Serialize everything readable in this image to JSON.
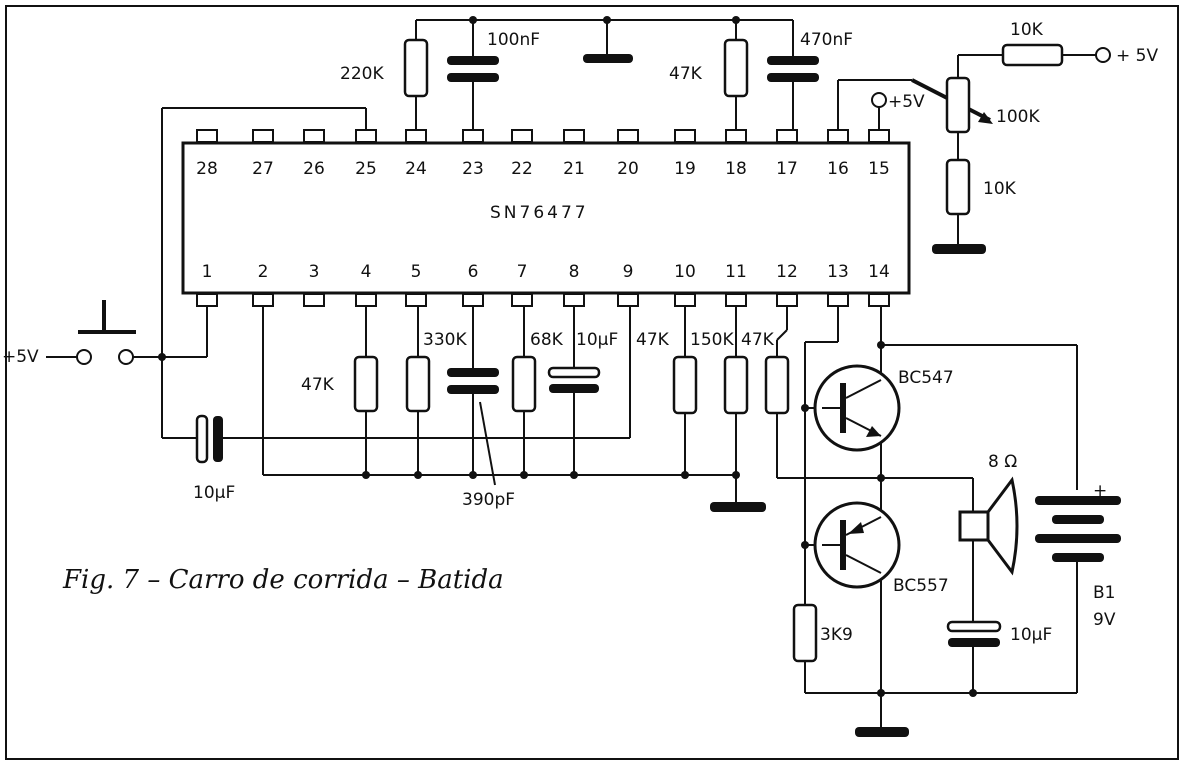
{
  "chip": {
    "name": "SN76477",
    "top_pins": [
      "28",
      "27",
      "26",
      "25",
      "24",
      "23",
      "22",
      "21",
      "20",
      "19",
      "18",
      "17",
      "16",
      "15"
    ],
    "bottom_pins": [
      "1",
      "2",
      "3",
      "4",
      "5",
      "6",
      "7",
      "8",
      "9",
      "10",
      "11",
      "12",
      "13",
      "14"
    ]
  },
  "labels": {
    "r220k": "220K",
    "c100nf": "100nF",
    "r47k_top": "47K",
    "c470nf": "470nF",
    "r10k_top": "10K",
    "plus5v_right": "+ 5V",
    "plus5v_pin": "+5V",
    "pot100k": "100K",
    "r10k_right": "10K",
    "plus5v_left": "+5V",
    "r47k_pin4": "47K",
    "r330k": "330K",
    "r68k": "68K",
    "c10uf_pin8": "10µF",
    "r47k_pin9": "47K",
    "r150k": "150K",
    "r47k_pin12": "47K",
    "c10uf_left": "10µF",
    "c390pf": "390pF",
    "q1": "BC547",
    "q2": "BC557",
    "speaker": "8 Ω",
    "plus": "+",
    "battery_name": "B1",
    "battery_voltage": "9V",
    "r3k9": "3K9",
    "c10uf_out": "10µF"
  },
  "caption": "Fig. 7 – Carro de corrida – Batida"
}
